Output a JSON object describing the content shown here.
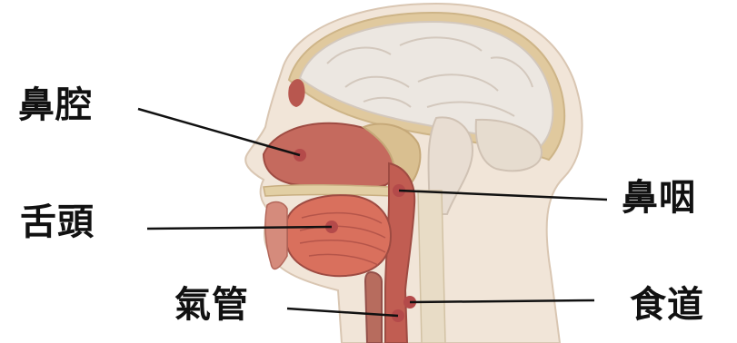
{
  "labels": {
    "nasal_cavity": "鼻腔",
    "tongue": "舌頭",
    "trachea": "氣管",
    "nasopharynx": "鼻咽",
    "esophagus": "食道"
  },
  "colors": {
    "skin": "#f1e5d8",
    "bone": "#e0c99e",
    "brain": "#ece7e1",
    "tissue": "#c56a5e",
    "muscle": "#d9705d",
    "leader_line": "#111111",
    "marker_dot": "#b44a4a"
  }
}
